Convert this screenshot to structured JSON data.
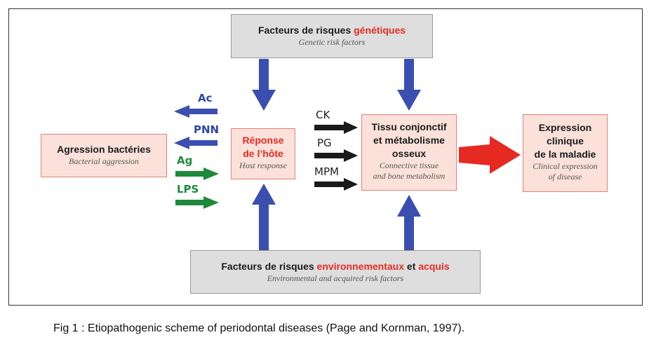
{
  "genetic": {
    "fr_prefix": "Facteurs de risques ",
    "fr_highlight": "génétiques",
    "en": "Genetic risk factors"
  },
  "bacterial": {
    "fr": "Agression bactéries",
    "en": "Bacterial aggression"
  },
  "host": {
    "fr_line1": "Réponse",
    "fr_line2": "de l’hôte",
    "en": "Host response"
  },
  "tissue": {
    "fr_line1": "Tissu conjonctif",
    "fr_line2": "et métabolisme",
    "fr_line3": "osseux",
    "en_line1": "Connective tissue",
    "en_line2": "and bone metabolism"
  },
  "disease": {
    "fr_line1": "Expression",
    "fr_line2": "clinique",
    "fr_line3": "de la maladie",
    "en_line1": "Clinical expression",
    "en_line2": "of disease"
  },
  "environmental": {
    "fr_prefix": "Facteurs de risques ",
    "fr_highlight1": "environnementaux",
    "fr_mid": " et ",
    "fr_highlight2": "acquis",
    "en": "Environmental and acquired risk factors"
  },
  "labels": {
    "ac": "Ac",
    "pnn": "PNN",
    "ag": "Ag",
    "lps": "LPS",
    "ck": "CK",
    "pg": "PG",
    "mpm": "MPM"
  },
  "caption": "Fig 1 : Etiopathogenic scheme of periodontal diseases (Page and Kornman, 1997).",
  "colors": {
    "blue_arrow": "#3b4fb0",
    "green_arrow": "#1c8a3a",
    "black_arrow": "#1a1a1a",
    "red_arrow": "#e62a22",
    "box_pink": "#fbe1da",
    "box_gray": "#dedede"
  }
}
